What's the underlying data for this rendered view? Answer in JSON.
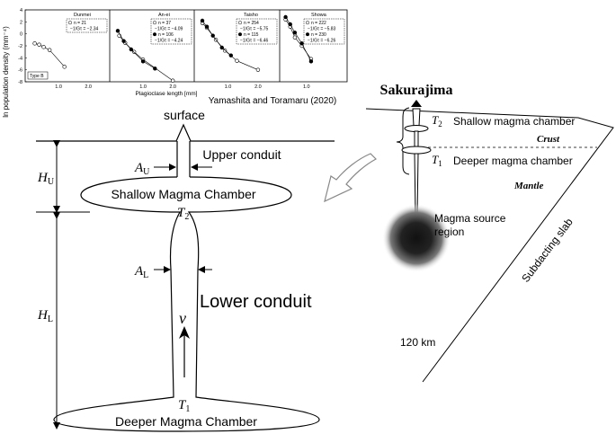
{
  "top_panel": {
    "ylabel": "ln population density (mm⁻⁴)",
    "xlabel": "Plagioclase length [mm]",
    "citation": "Yamashita and Toramaru (2020)",
    "yticks": [
      "4",
      "2",
      "0",
      "-2",
      "-4",
      "-6",
      "-8"
    ],
    "panels": [
      {
        "name": "Dunmei",
        "xticks": [
          "1.0",
          "2.0"
        ],
        "badge": "Type B",
        "legend": [
          {
            "marker": "open",
            "text": "n = 21"
          },
          {
            "marker": "none",
            "text": "−1/Gτ = −2.34"
          }
        ],
        "points": [
          [
            0.2,
            -1.6
          ],
          [
            0.35,
            -1.8
          ],
          [
            0.5,
            -2.2
          ],
          [
            0.7,
            -2.7
          ],
          [
            1.2,
            -5.5
          ]
        ]
      },
      {
        "name": "An-ei",
        "xticks": [
          "1.0",
          "2.0"
        ],
        "legend": [
          {
            "marker": "open",
            "text": "n = 37"
          },
          {
            "marker": "none",
            "text": "−1/Gτ = −4.09"
          },
          {
            "marker": "filled",
            "text": "n = 106"
          },
          {
            "marker": "none",
            "text": "−1/Gτ = −4.24"
          }
        ],
        "open_points": [
          [
            0.2,
            -0.3
          ],
          [
            0.4,
            -1.5
          ],
          [
            0.7,
            -3.0
          ],
          [
            1.0,
            -4.3
          ],
          [
            2.0,
            -7.8
          ]
        ],
        "filled_points": [
          [
            0.15,
            0.5
          ],
          [
            0.35,
            -1.2
          ],
          [
            0.6,
            -2.6
          ],
          [
            1.0,
            -4.6
          ],
          [
            1.4,
            -5.8
          ]
        ]
      },
      {
        "name": "Taisho",
        "xticks": [
          "1.0",
          "2.0"
        ],
        "legend": [
          {
            "marker": "open",
            "text": "n = 254"
          },
          {
            "marker": "none",
            "text": "−1/Gτ = −5.75"
          },
          {
            "marker": "filled",
            "text": "n = 115"
          },
          {
            "marker": "none",
            "text": "−1/Gτ = −6.46"
          }
        ],
        "open_points": [
          [
            0.15,
            1.8
          ],
          [
            0.3,
            1.0
          ],
          [
            0.6,
            -1.0
          ],
          [
            0.9,
            -2.8
          ],
          [
            1.3,
            -4.5
          ],
          [
            2.0,
            -6.0
          ]
        ],
        "filled_points": [
          [
            0.15,
            2.2
          ],
          [
            0.3,
            1.2
          ],
          [
            0.5,
            -0.3
          ],
          [
            0.8,
            -2.3
          ],
          [
            1.1,
            -3.6
          ]
        ]
      },
      {
        "name": "Showa",
        "xticks": [
          "1.0"
        ],
        "legend": [
          {
            "marker": "open",
            "text": "n = 222"
          },
          {
            "marker": "none",
            "text": "−1/Gτ = −5.83"
          },
          {
            "marker": "filled",
            "text": "n = 230"
          },
          {
            "marker": "none",
            "text": "−1/Gτ = −6.26"
          }
        ],
        "open_points": [
          [
            0.1,
            2.4
          ],
          [
            0.3,
            1.2
          ],
          [
            0.5,
            -0.6
          ],
          [
            0.8,
            -2.0
          ],
          [
            1.2,
            -4.2
          ]
        ],
        "filled_points": [
          [
            0.1,
            2.8
          ],
          [
            0.3,
            1.6
          ],
          [
            0.5,
            0.2
          ],
          [
            0.8,
            -1.6
          ],
          [
            1.2,
            -4.6
          ]
        ]
      }
    ]
  },
  "conduit_diagram": {
    "surface": "surface",
    "upper_conduit": "Upper conduit",
    "shallow_chamber": "Shallow Magma Chamber",
    "deeper_chamber": "Deeper Magma Chamber",
    "lower_conduit": "Lower conduit",
    "a_upper": "A",
    "a_upper_sub": "U",
    "a_lower": "A",
    "a_lower_sub": "L",
    "h_upper": "H",
    "h_upper_sub": "U",
    "h_lower": "H",
    "h_lower_sub": "L",
    "t2": "T",
    "t2_sub": "2",
    "t1": "T",
    "t1_sub": "1",
    "velocity": "v"
  },
  "volcano_section": {
    "title": "Sakurajima",
    "shallow_chamber": "Shallow magma chamber",
    "crust": "Crust",
    "deeper_chamber": "Deeper magma chamber",
    "mantle": "Mantle",
    "magma_source_line1": "Magma source",
    "magma_source_line2": "region",
    "slab": "Subdacting slab",
    "depth": "120 km",
    "t2": "T",
    "t2_sub": "2",
    "t1": "T",
    "t1_sub": "1"
  }
}
